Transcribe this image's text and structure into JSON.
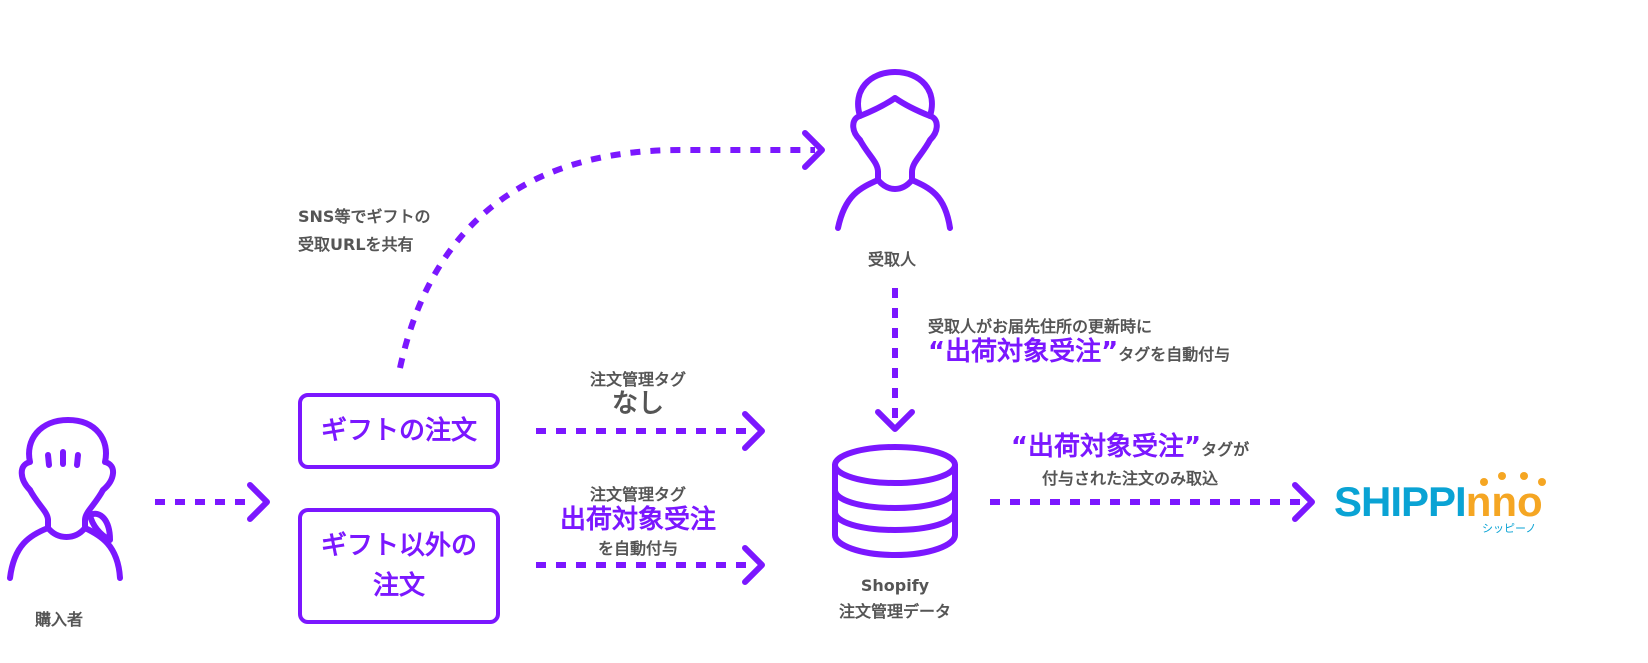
{
  "colors": {
    "accent": "#7B17FF",
    "text": "#555555",
    "logo_blue": "#0AA3D4",
    "logo_orange": "#F5A623"
  },
  "actors": {
    "purchaser": {
      "label": "購入者",
      "icon": "person-female-icon"
    },
    "recipient": {
      "label": "受取人",
      "icon": "person-male-icon"
    }
  },
  "share_note": {
    "line1": "SNS等でギフトの",
    "line2": "受取URLを共有"
  },
  "orders": {
    "gift": {
      "label": "ギフトの注文"
    },
    "non_gift": {
      "line1": "ギフト以外の",
      "line2": "注文"
    }
  },
  "tags": {
    "gift_tag": {
      "caption": "注文管理タグ",
      "value": "なし"
    },
    "non_gift_tag": {
      "caption": "注文管理タグ",
      "value": "出荷対象受注",
      "suffix": "を自動付与"
    }
  },
  "recipient_update": {
    "line1": "受取人がお届先住所の更新時に",
    "tag_quoted": "“出荷対象受注”",
    "suffix": "タグを自動付与"
  },
  "database": {
    "icon": "database-icon",
    "line1": "Shopify",
    "line2": "注文管理データ"
  },
  "import_rule": {
    "tag_quoted": "“出荷対象受注”",
    "suffix": "タグが",
    "line2": "付与された注文のみ取込"
  },
  "logo": {
    "text_main": "SHIPPI",
    "text_accent": "nno",
    "subtitle": "シッピーノ"
  }
}
